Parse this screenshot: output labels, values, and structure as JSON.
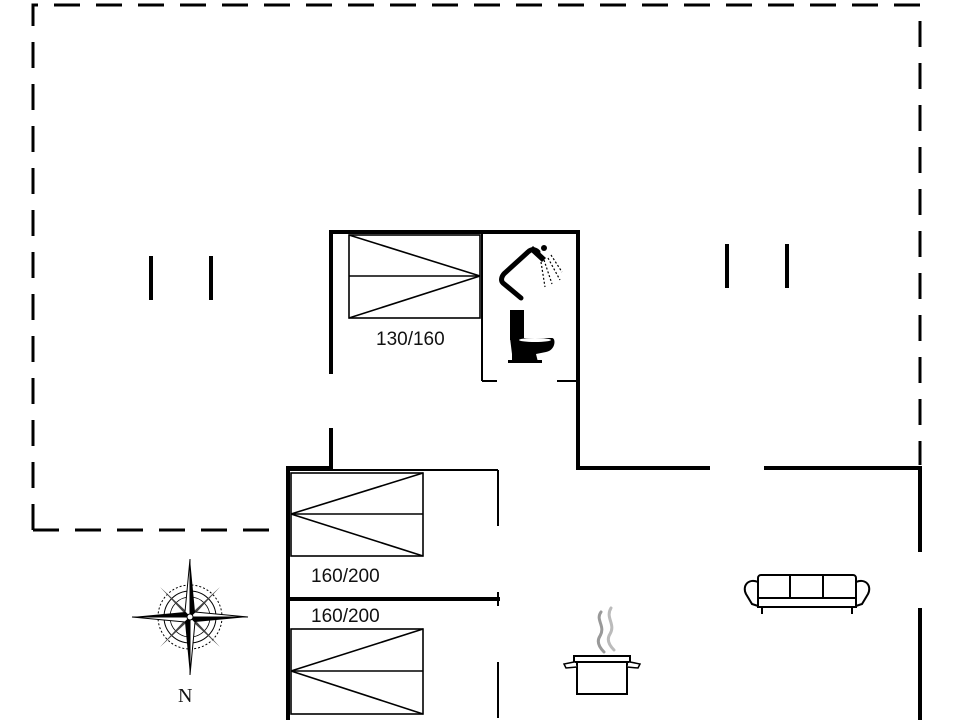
{
  "floorplan": {
    "bed_labels": {
      "upper_bedroom": "130/160",
      "lower_bed_1": "160/200",
      "lower_bed_2": "160/200"
    },
    "compass": {
      "north_label": "N"
    },
    "icons": [
      "shower-icon",
      "toilet-icon",
      "cooking-pot-icon",
      "sofa-icon",
      "compass-rose-icon"
    ]
  }
}
